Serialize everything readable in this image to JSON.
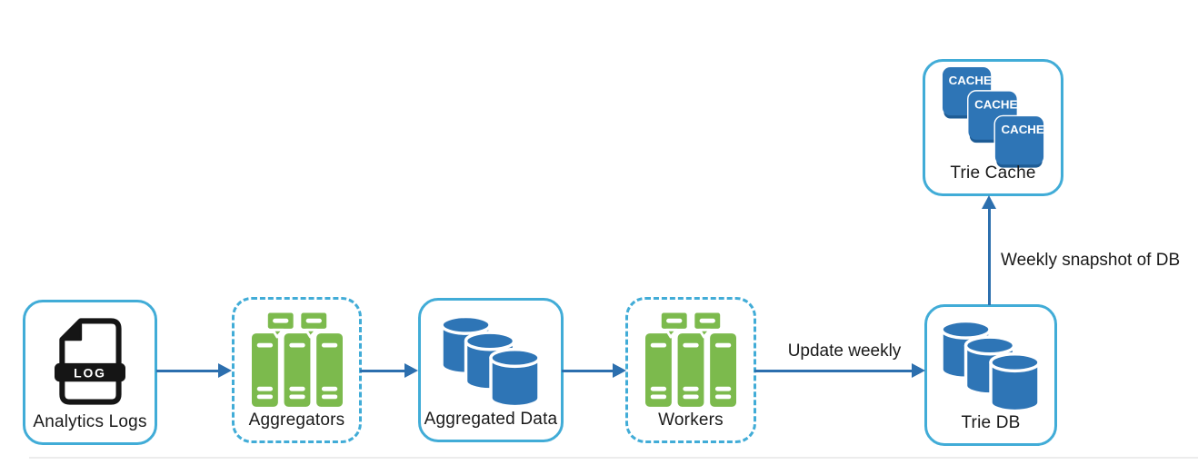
{
  "diagram": {
    "nodes": [
      {
        "label": "Analytics Logs",
        "icon": "log-file",
        "border": "solid"
      },
      {
        "label": "Aggregators",
        "icon": "server-cluster",
        "border": "dashed"
      },
      {
        "label": "Aggregated Data",
        "icon": "database-stack",
        "border": "solid"
      },
      {
        "label": "Workers",
        "icon": "server-cluster",
        "border": "dashed"
      },
      {
        "label": "Trie DB",
        "icon": "database-stack",
        "border": "solid"
      },
      {
        "label": "Trie Cache",
        "icon": "cache-stack",
        "border": "solid"
      }
    ],
    "edges": [
      {
        "from": "Analytics Logs",
        "to": "Aggregators",
        "label": ""
      },
      {
        "from": "Aggregators",
        "to": "Aggregated Data",
        "label": ""
      },
      {
        "from": "Aggregated Data",
        "to": "Workers",
        "label": ""
      },
      {
        "from": "Workers",
        "to": "Trie DB",
        "label": "Update weekly"
      },
      {
        "from": "Trie DB",
        "to": "Trie Cache",
        "label": "Weekly snapshot of DB"
      }
    ],
    "icon_badges": {
      "log": "LOG",
      "cache": "CACHE"
    },
    "colors": {
      "box_border": "#41acd7",
      "arrow": "#2c6fae",
      "icon_blue": "#2e75b6",
      "icon_blue_shade": "#1e5c95",
      "icon_green": "#7cba4d",
      "icon_black": "#151515"
    }
  }
}
